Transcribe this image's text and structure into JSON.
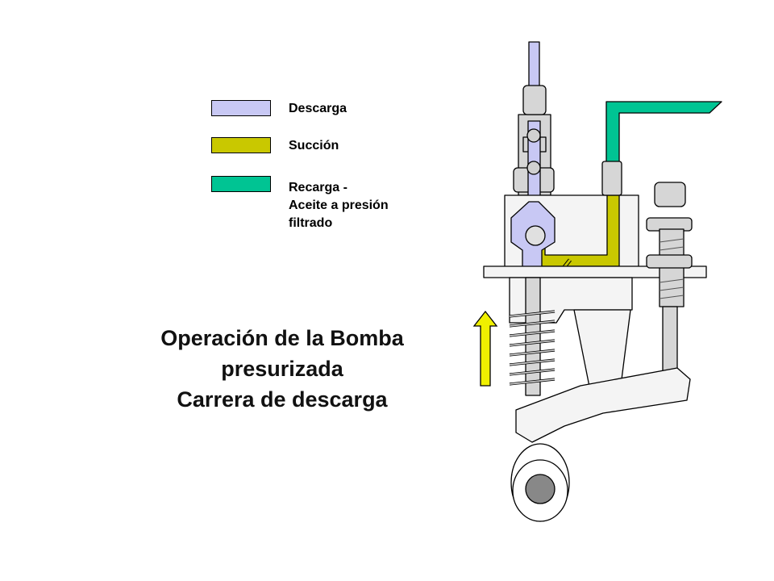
{
  "legend": [
    {
      "label": "Descarga",
      "color": "#c8c8f4"
    },
    {
      "label": "Succión",
      "color": "#c9c800"
    },
    {
      "label": "Recarga -",
      "label_line2": "Aceite a presión",
      "label_line3": "filtrado",
      "color": "#00c493"
    }
  ],
  "title": {
    "line1": "Operación de la Bomba",
    "line2": "presurizada",
    "line3": "Carrera de descarga"
  },
  "colors": {
    "discharge": "#c8c8f4",
    "suction": "#c9c800",
    "recharge": "#00c493",
    "metal": "#d6d6d6",
    "metal_dark": "#8a8a8a",
    "arrow": "#f0f000"
  }
}
